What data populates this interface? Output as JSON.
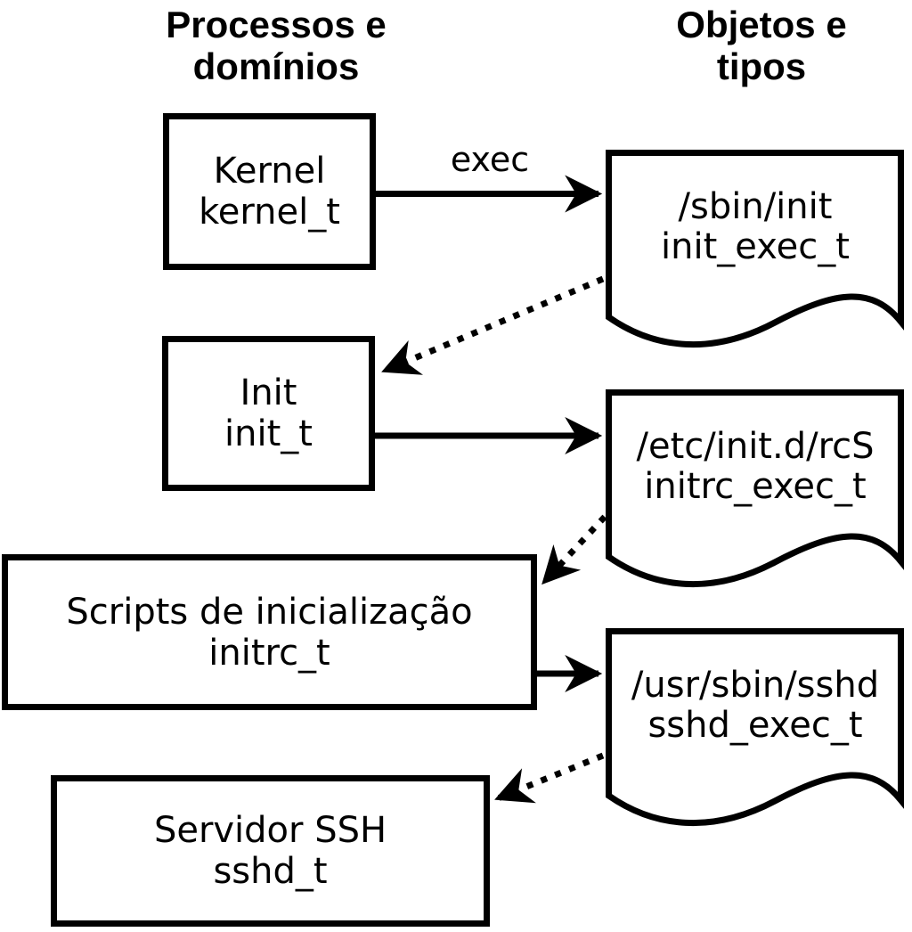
{
  "column_headers": {
    "processes": "Processos e domínios",
    "objects": "Objetos e tipos"
  },
  "arrow_label": "exec",
  "processes": [
    {
      "name": "Kernel",
      "domain": "kernel_t"
    },
    {
      "name": "Init",
      "domain": "init_t"
    },
    {
      "name": "Scripts de inicialização",
      "domain": "initrc_t"
    },
    {
      "name": "Servidor SSH",
      "domain": "sshd_t"
    }
  ],
  "objects": [
    {
      "path": "/sbin/init",
      "type": "init_exec_t"
    },
    {
      "path": "/etc/init.d/rcS",
      "type": "initrc_exec_t"
    },
    {
      "path": "/usr/sbin/sshd",
      "type": "sshd_exec_t"
    }
  ],
  "connections": [
    {
      "from": "kernel_t",
      "to": "init_exec_t",
      "style": "solid",
      "label": "exec"
    },
    {
      "from": "init_exec_t",
      "to": "init_t",
      "style": "dotted",
      "label": ""
    },
    {
      "from": "init_t",
      "to": "initrc_exec_t",
      "style": "solid",
      "label": ""
    },
    {
      "from": "initrc_exec_t",
      "to": "initrc_t",
      "style": "dotted",
      "label": ""
    },
    {
      "from": "initrc_t",
      "to": "sshd_exec_t",
      "style": "solid",
      "label": ""
    },
    {
      "from": "sshd_exec_t",
      "to": "sshd_t",
      "style": "dotted",
      "label": ""
    }
  ],
  "colors": {
    "stroke": "#000000",
    "background": "#ffffff"
  }
}
